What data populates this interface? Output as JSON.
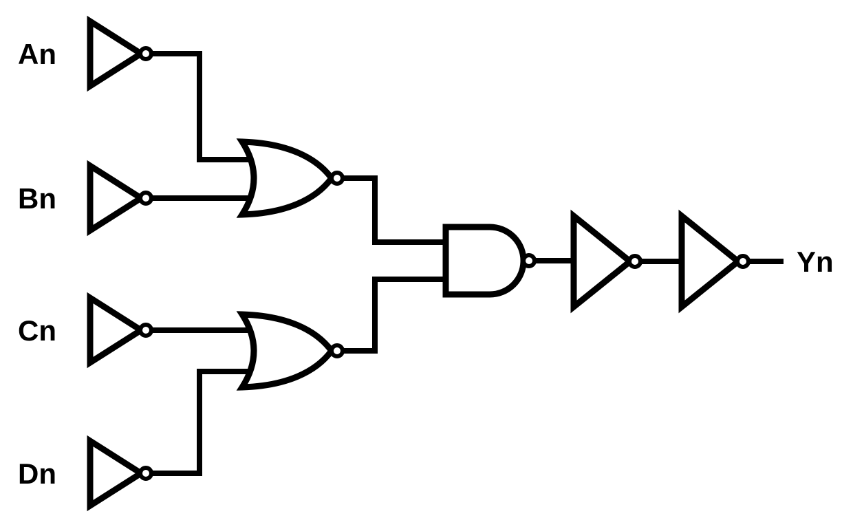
{
  "diagram": {
    "type": "logic-circuit",
    "inputs": [
      {
        "id": "An",
        "label": "An"
      },
      {
        "id": "Bn",
        "label": "Bn"
      },
      {
        "id": "Cn",
        "label": "Cn"
      },
      {
        "id": "Dn",
        "label": "Dn"
      }
    ],
    "output": {
      "id": "Yn",
      "label": "Yn"
    },
    "gates": [
      {
        "id": "inv_a",
        "type": "NOT",
        "inputs": [
          "An"
        ],
        "output": "An_n"
      },
      {
        "id": "inv_b",
        "type": "NOT",
        "inputs": [
          "Bn"
        ],
        "output": "Bn_n"
      },
      {
        "id": "inv_c",
        "type": "NOT",
        "inputs": [
          "Cn"
        ],
        "output": "Cn_n"
      },
      {
        "id": "inv_d",
        "type": "NOT",
        "inputs": [
          "Dn"
        ],
        "output": "Dn_n"
      },
      {
        "id": "nor_ab",
        "type": "NOR",
        "inputs": [
          "An_n",
          "Bn_n"
        ],
        "output": "nor_ab_out"
      },
      {
        "id": "nor_cd",
        "type": "NOR",
        "inputs": [
          "Cn_n",
          "Dn_n"
        ],
        "output": "nor_cd_out"
      },
      {
        "id": "nand_1",
        "type": "NAND",
        "inputs": [
          "nor_ab_out",
          "nor_cd_out"
        ],
        "output": "nand_out"
      },
      {
        "id": "inv_o1",
        "type": "NOT",
        "inputs": [
          "nand_out"
        ],
        "output": "inv_o1_out"
      },
      {
        "id": "inv_o2",
        "type": "NOT",
        "inputs": [
          "inv_o1_out"
        ],
        "output": "Yn"
      }
    ],
    "colors": {
      "stroke": "#000000",
      "background": "#ffffff"
    }
  }
}
